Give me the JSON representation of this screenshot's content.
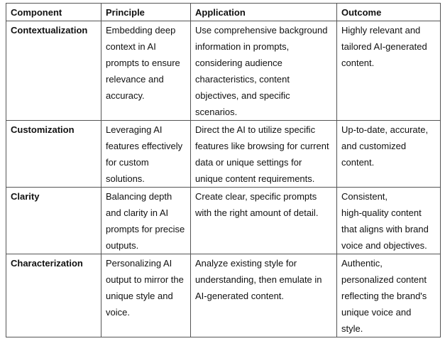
{
  "table": {
    "headers": [
      "Component",
      "Principle",
      "Application",
      "Outcome"
    ],
    "rows": [
      {
        "component": "Contextualization",
        "principle": [
          "Embedding deep",
          "context in AI",
          "prompts to ensure",
          "relevance and",
          "accuracy."
        ],
        "application": [
          "Use comprehensive background",
          "information in prompts,",
          "considering audience",
          "characteristics, content",
          "objectives, and specific",
          "scenarios."
        ],
        "outcome": [
          "Highly relevant and",
          "tailored AI-generated",
          "content."
        ]
      },
      {
        "component": "Customization",
        "principle": [
          "Leveraging AI",
          "features effectively",
          "for custom",
          "solutions."
        ],
        "application": [
          "Direct the AI to utilize specific",
          "features like browsing for current",
          "data or unique settings for",
          "unique content requirements."
        ],
        "outcome": [
          "Up-to-date, accurate,",
          "and customized",
          "content."
        ]
      },
      {
        "component": "Clarity",
        "principle": [
          "Balancing depth",
          "and clarity in AI",
          "prompts for precise",
          "outputs."
        ],
        "application": [
          "Create clear, specific prompts",
          "with the right amount of detail."
        ],
        "outcome": [
          "Consistent,",
          "high-quality content",
          "that aligns with brand",
          "voice and objectives."
        ]
      },
      {
        "component": "Characterization",
        "principle": [
          "Personalizing AI",
          "output to mirror the",
          "unique style and",
          "voice."
        ],
        "application": [
          "Analyze existing style for",
          "understanding, then emulate in",
          "AI-generated content."
        ],
        "outcome": [
          "Authentic,",
          "personalized content",
          "reflecting the brand's",
          "unique voice and",
          "style."
        ]
      }
    ]
  }
}
